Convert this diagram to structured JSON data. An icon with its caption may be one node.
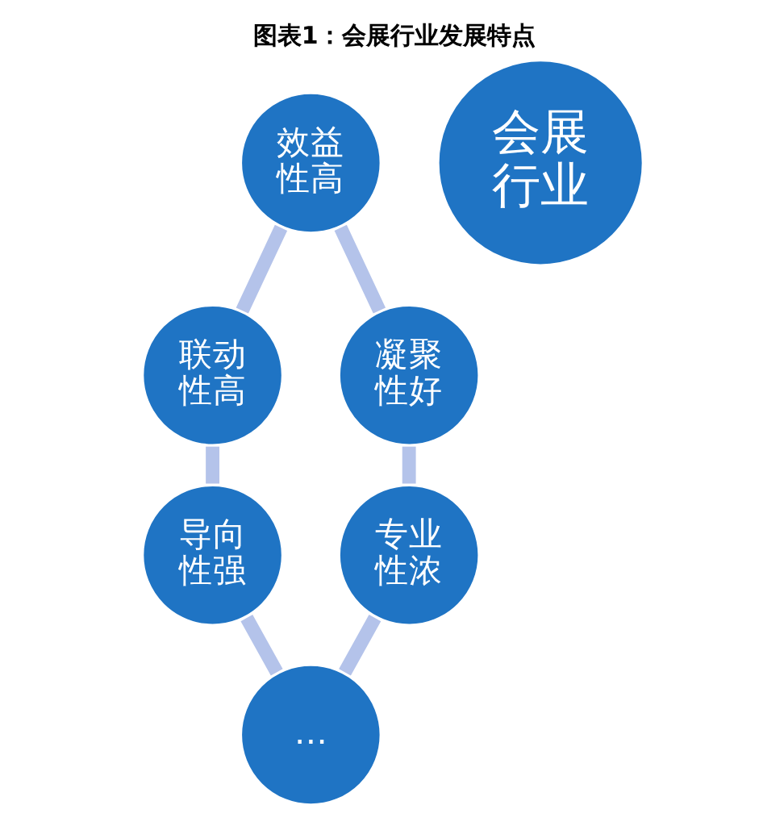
{
  "diagram": {
    "title": "图表1：会展行业发展特点",
    "nodes": [
      {
        "text": [
          "效益性高"
        ]
      },
      {
        "text": [
          "凝聚性好"
        ]
      },
      {
        "text": [
          "联动性高"
        ]
      },
      {
        "text": [
          "会展行业"
        ]
      },
      {
        "text": [
          "专业性浓"
        ]
      },
      {
        "text": [
          "导向性强"
        ]
      },
      {
        "text": [
          "…"
        ]
      }
    ],
    "edges": [
      {
        "from": 0,
        "to": 2,
        "arrow": "none"
      },
      {
        "from": 2,
        "to": 5,
        "arrow": "none"
      },
      {
        "from": 5,
        "to": 6,
        "arrow": "none"
      },
      {
        "from": 6,
        "to": 4,
        "arrow": "none"
      },
      {
        "from": 4,
        "to": 1,
        "arrow": "none"
      },
      {
        "from": 1,
        "to": 0,
        "arrow": "none"
      }
    ]
  }
}
